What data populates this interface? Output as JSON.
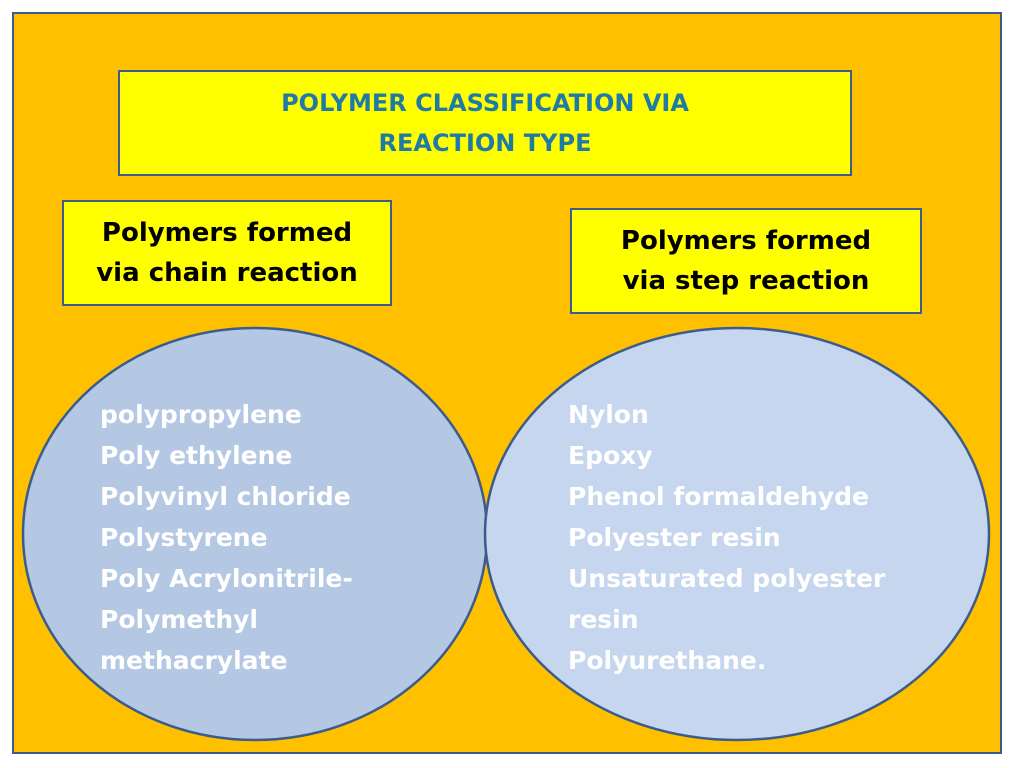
{
  "slide": {
    "title_line1": "POLYMER CLASSIFICATION VIA",
    "title_line2": "REACTION TYPE",
    "chain": {
      "heading_line1": "Polymers formed",
      "heading_line2": "via chain reaction",
      "items": [
        "polypropylene",
        "Poly ethylene",
        "Polyvinyl chloride",
        "Polystyrene",
        "Poly Acrylonitrile-",
        "Polymethyl",
        "methacrylate"
      ]
    },
    "step": {
      "heading_line1": "Polymers formed",
      "heading_line2": "via step reaction",
      "items": [
        "Nylon",
        "Epoxy",
        "Phenol formaldehyde",
        "Polyester resin",
        "Unsaturated polyester",
        "resin",
        "Polyurethane."
      ]
    }
  },
  "colors": {
    "background": "#FFC000",
    "box_fill": "#FFFF00",
    "border": "#3B5C8C",
    "title_text": "#1F7AA6",
    "left_ellipse": "#B4C7E3",
    "right_ellipse": "#C5D6EE",
    "list_text": "#FFFFFF"
  }
}
